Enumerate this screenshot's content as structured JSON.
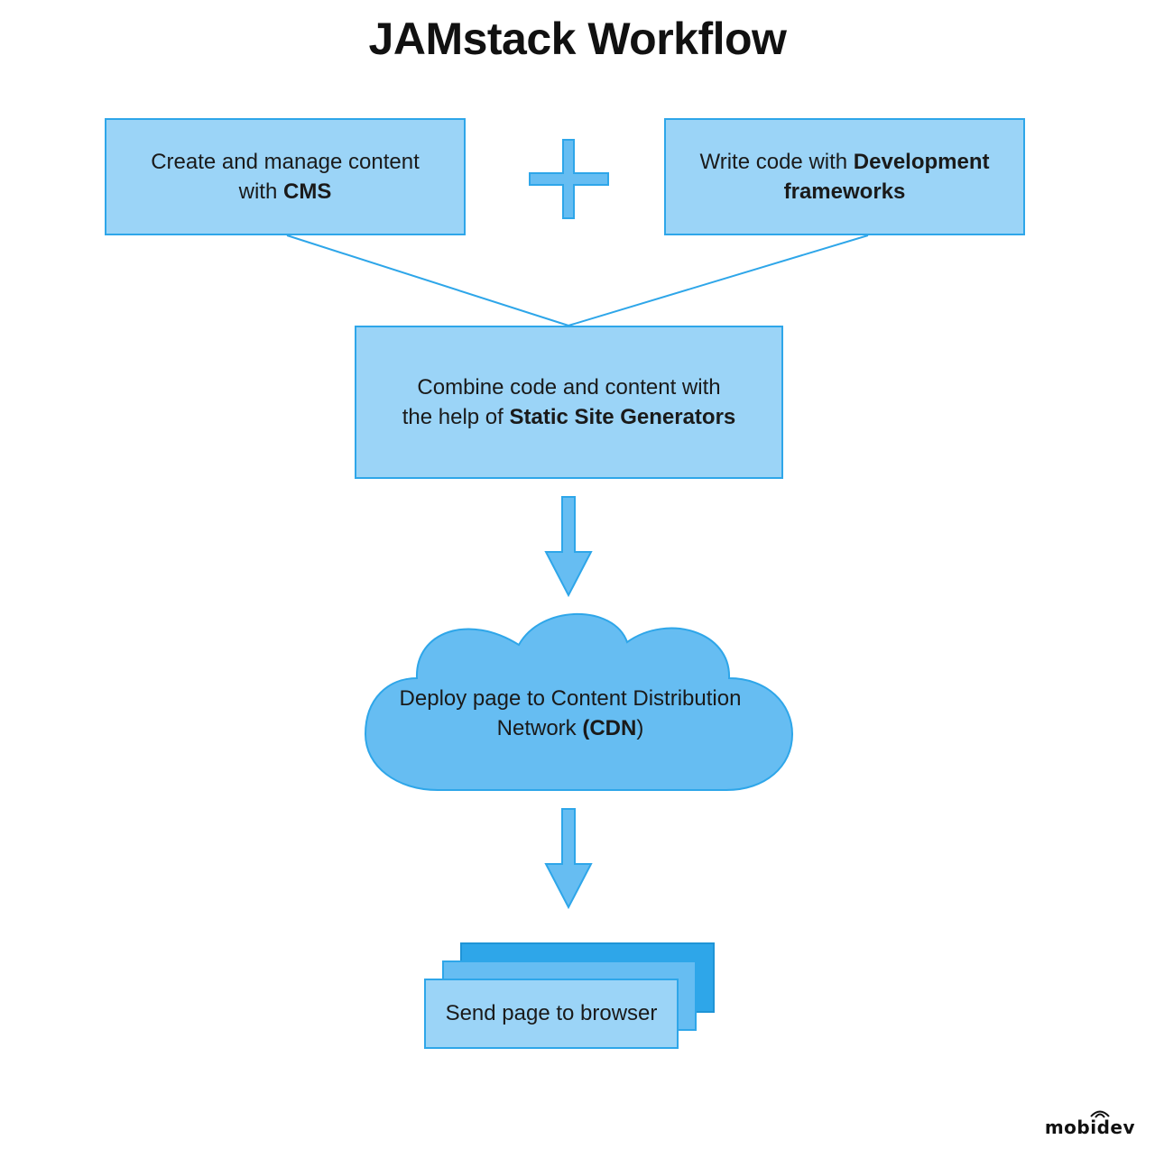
{
  "title": "JAMstack Workflow",
  "steps": {
    "cms": {
      "text_before": "Create and manage content with ",
      "text_bold": "CMS",
      "text_after": ""
    },
    "dev": {
      "text_before": "Write code with ",
      "text_bold": "Development frameworks",
      "text_after": ""
    },
    "ssg": {
      "text_before": "Combine code and content with the help of ",
      "text_bold": "Static Site Generators",
      "text_after": ""
    },
    "cdn": {
      "text_before": "Deploy page to Content Distribution Network ",
      "text_bold": "(CDN",
      "text_after": ")"
    },
    "browser": {
      "label": "Send page to browser"
    }
  },
  "logo": "mobidev",
  "colors": {
    "box_fill": "#9bd4f7",
    "box_border": "#2ea6e9",
    "cloud_fill": "#66bdf2",
    "arrow_fill": "#66bdf2",
    "stack_back": "#2ea6e9",
    "stack_mid": "#66bdf2"
  }
}
